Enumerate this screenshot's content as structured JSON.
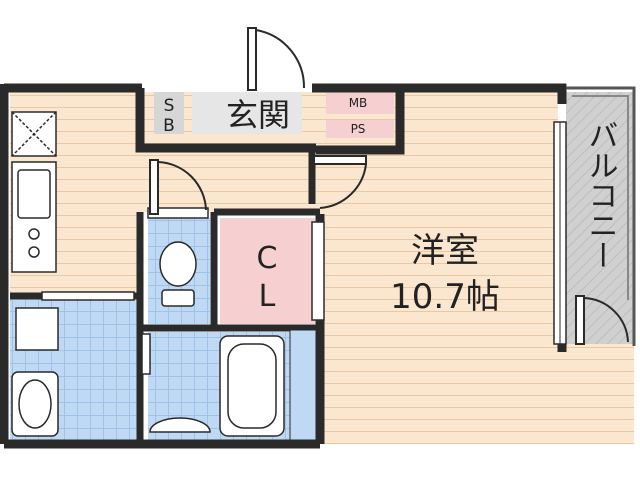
{
  "rooms": {
    "entrance": "玄関",
    "sb": {
      "top": "S",
      "bottom": "B"
    },
    "mb": "MB",
    "ps": "PS",
    "closet": {
      "top": "C",
      "bottom": "L"
    },
    "western_room": {
      "name": "洋室",
      "size": "10.7帖"
    },
    "balcony": "バルコニー"
  },
  "colors": {
    "wall": "#2a2a2a",
    "floor_wood": "#fbe7cf",
    "floor_tile": "#bfd8f3",
    "closet_pink": "#f6d0d0",
    "balcony_gray": "#d0d0d0",
    "sb_gray": "#d6d6d6"
  }
}
